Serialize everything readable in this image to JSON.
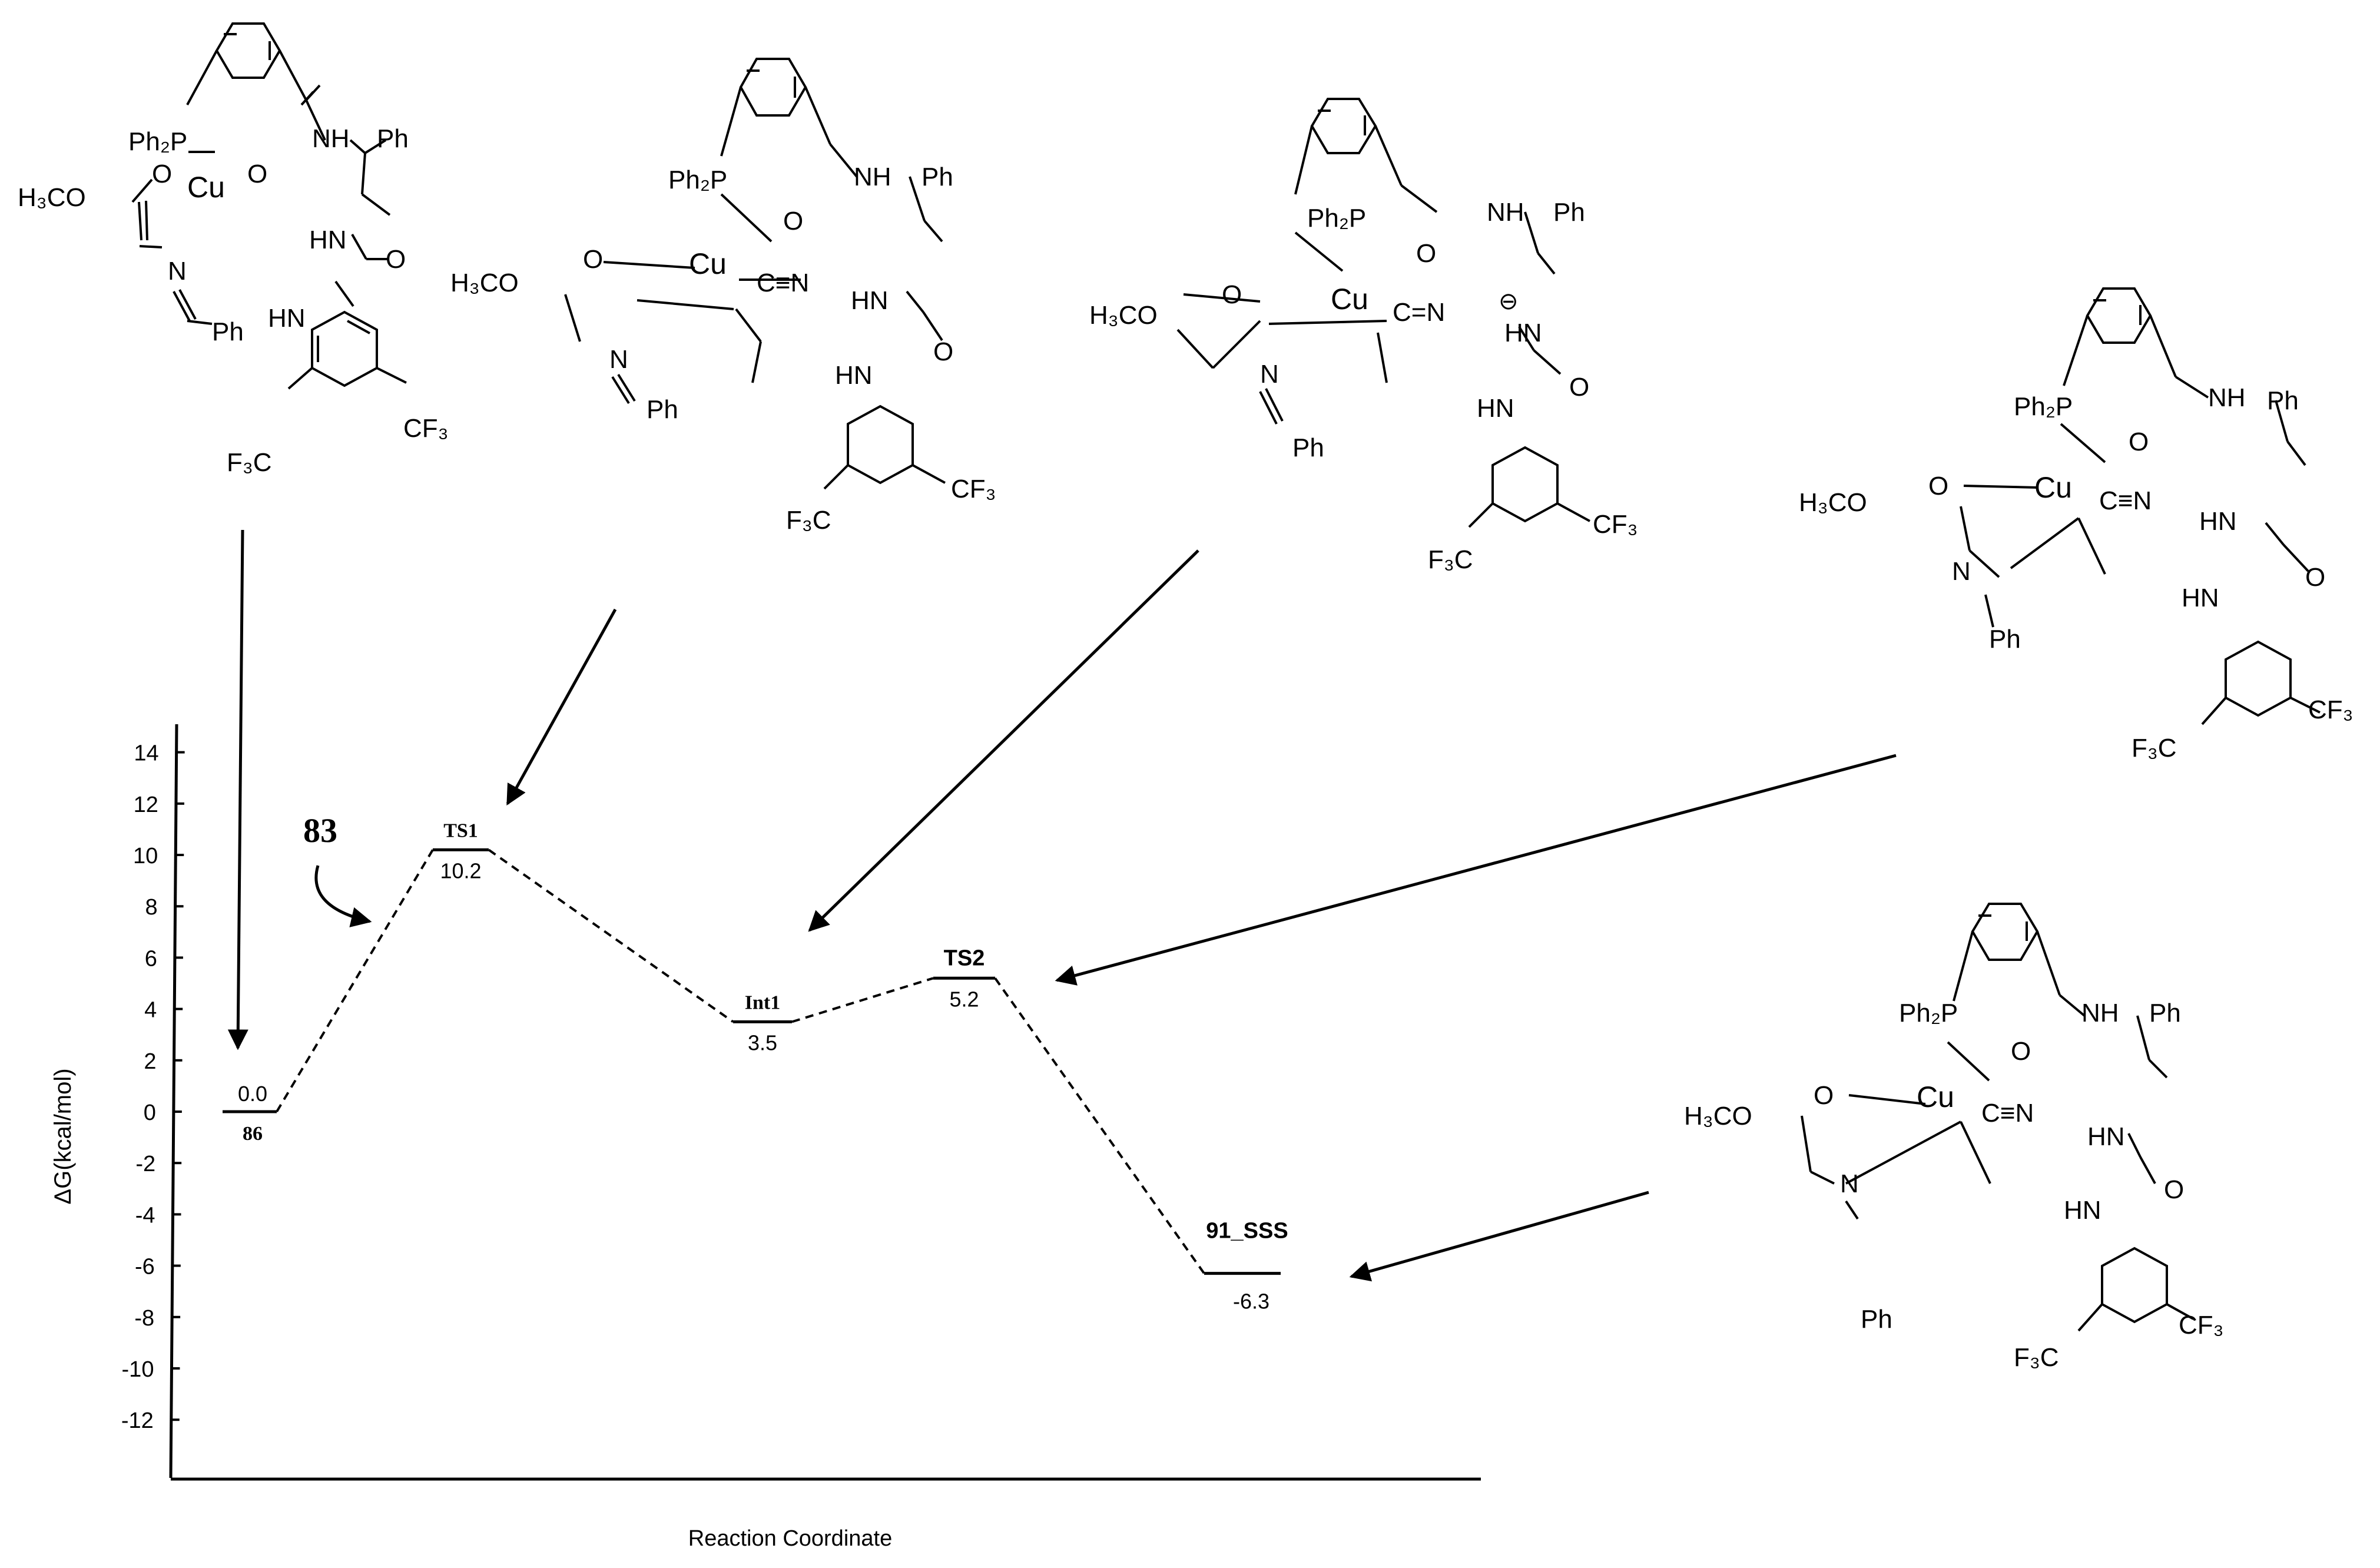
{
  "chart_data": {
    "type": "line",
    "ylabel": "ΔG(kcal/mol)",
    "xlabel": "Reaction Coordinate",
    "ylim": [
      -14,
      14
    ],
    "yticks": [
      14,
      12,
      10,
      8,
      6,
      4,
      2,
      0,
      -2,
      -4,
      -6,
      -8,
      -10,
      -12
    ],
    "grid": false,
    "points": [
      {
        "name": "86",
        "value": 0.0,
        "value_label": "0.0"
      },
      {
        "name": "TS1",
        "value": 10.2,
        "value_label": "10.2"
      },
      {
        "name": "Int1",
        "value": 3.5,
        "value_label": "3.5"
      },
      {
        "name": "TS2",
        "value": 5.2,
        "value_label": "5.2"
      },
      {
        "name": "91_SSS",
        "value": -6.3,
        "value_label": "-6.3"
      }
    ],
    "annotation": "83"
  },
  "structures": {
    "reactant_complex": {
      "ph2p": "Ph₂P",
      "cu": "Cu",
      "o1": "O",
      "o2": "O",
      "nh": "NH",
      "ph_top": "Ph",
      "h3co": "H₃CO",
      "n_imine": "N",
      "ph_bottom": "Ph",
      "hn1": "HN",
      "o3": "O",
      "hn2": "HN",
      "cf3_right": "CF₃",
      "f3c_left": "F₃C"
    },
    "ts1": {
      "ph2p": "Ph₂P",
      "cu": "Cu",
      "o1": "O",
      "o2": "O",
      "nh": "NH",
      "ph_top": "Ph",
      "h3co": "H₃CO",
      "cn": "C≡N",
      "hn1": "HN",
      "n_imine": "N",
      "ph_bottom": "Ph",
      "hn2": "HN",
      "o3": "O",
      "cf3_right": "CF₃",
      "f3c_left": "F₃C"
    },
    "int1": {
      "ph2p": "Ph₂P",
      "cu": "Cu",
      "o1": "O",
      "o2": "O",
      "nh": "NH",
      "ph_top": "Ph",
      "h3co": "H₃CO",
      "cn": "C=N",
      "charge": "⊖",
      "hn1": "HN",
      "n_imine": "N",
      "ph_bottom": "Ph",
      "hn2": "HN",
      "o3": "O",
      "cf3_right": "CF₃",
      "f3c_left": "F₃C"
    },
    "ts2": {
      "ph2p": "Ph₂P",
      "cu": "Cu",
      "o1": "O",
      "o2": "O",
      "nh": "NH",
      "ph_top": "Ph",
      "h3co": "H₃CO",
      "cn": "C≡N",
      "hn1": "HN",
      "n_ring": "N",
      "ph_bottom": "Ph",
      "hn2": "HN",
      "o3": "O",
      "cf3_right": "CF₃",
      "f3c_left": "F₃C"
    },
    "product": {
      "ph2p": "Ph₂P",
      "cu": "Cu",
      "o1": "O",
      "o2": "O",
      "nh": "NH",
      "ph_top": "Ph",
      "h3co": "H₃CO",
      "cn": "C≡N",
      "hn1": "HN",
      "n_ring": "N",
      "ph_bottom": "Ph",
      "hn2": "HN",
      "o3": "O",
      "cf3_right": "CF₃",
      "f3c_left": "F₃C"
    }
  }
}
